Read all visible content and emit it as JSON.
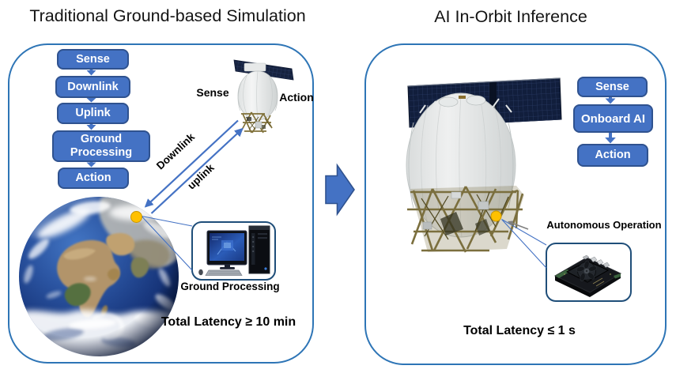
{
  "left": {
    "title": "Traditional Ground-based Simulation",
    "flow": [
      "Sense",
      "Downlink",
      "Uplink",
      "Ground Processing",
      "Action"
    ],
    "sat_label_sense": "Sense",
    "sat_label_action": "Action",
    "downlink_label": "Downlink",
    "uplink_label": "uplink",
    "ground_processing_caption": "Ground Processing",
    "latency": "Total Latency ≥ 10 min"
  },
  "right": {
    "title": "AI In-Orbit Inference",
    "flow": [
      "Sense",
      "Onboard AI",
      "Action"
    ],
    "autonomous_label": "Autonomous Operation",
    "latency": "Total Latency ≤ 1 s"
  },
  "colors": {
    "box_fill": "#4472C4",
    "box_border": "#2F528F",
    "panel_border": "#2E75B6",
    "link_arrow": "#4472C4",
    "dot": "#FFC000"
  },
  "icons": {
    "earth": "earth-photo-illustration",
    "satellite_small": "satellite-photo-illustration",
    "satellite_large": "satellite-photo-illustration",
    "computer": "desktop-computer-illustration",
    "ai_board": "embedded-ai-board-illustration",
    "transition_arrow": "right-block-arrow",
    "flow_arrow": "down-arrow"
  }
}
